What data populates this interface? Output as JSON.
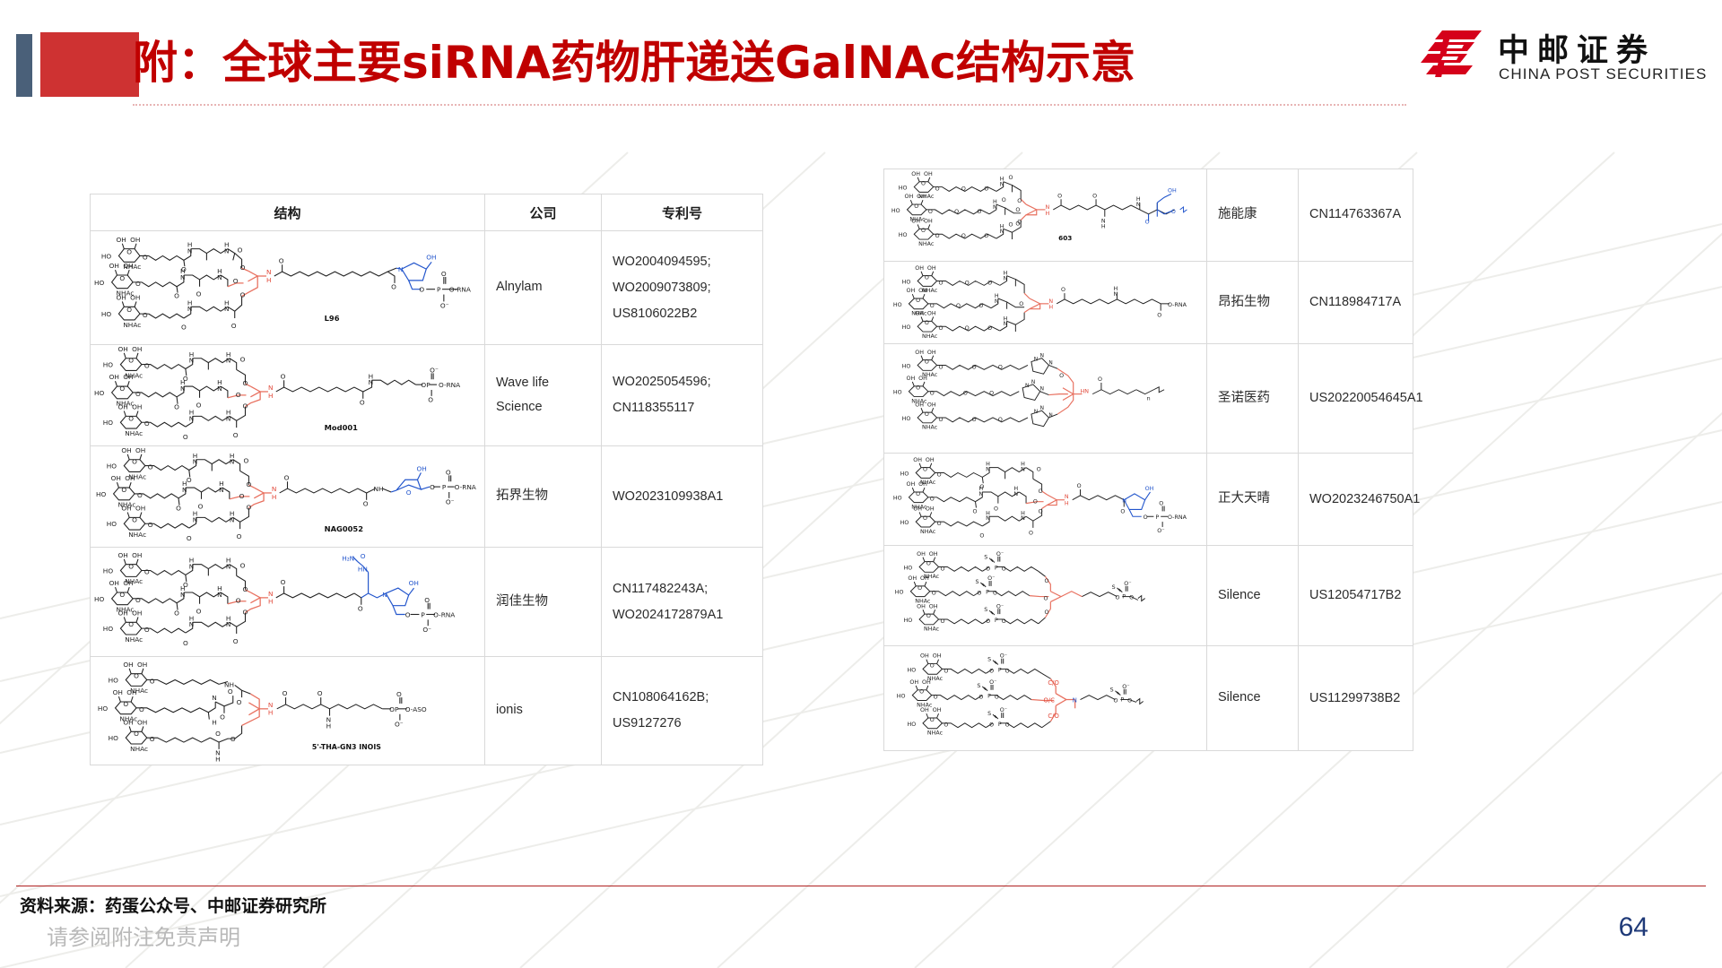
{
  "header": {
    "title": "附：全球主要siRNA药物肝递送GalNAc结构示意",
    "brand_cn": "中邮证券",
    "brand_en": "CHINA POST SECURITIES",
    "accent_red": "#c00000",
    "accent_blue": "#4a6079",
    "accent_block": "#ce3232"
  },
  "tables": {
    "columns": [
      "结构",
      "公司",
      "专利号"
    ],
    "left_rows": [
      {
        "label": "L96",
        "company": "Alnylam",
        "patents": [
          "WO2004094595;",
          "WO2009073809;",
          "US8106022B2"
        ]
      },
      {
        "label": "Mod001",
        "company": "Wave life Science",
        "patents": [
          "WO2025054596;",
          "CN118355117"
        ]
      },
      {
        "label": "NAG0052",
        "company": "拓界生物",
        "patents": [
          "WO2023109938A1"
        ]
      },
      {
        "label": "",
        "company": "润佳生物",
        "patents": [
          "CN117482243A;",
          "WO2024172879A1"
        ]
      },
      {
        "label": "5'-THA-GN3 INOIS",
        "company": "ionis",
        "patents": [
          "CN108064162B;",
          "US9127276"
        ]
      }
    ],
    "right_rows": [
      {
        "label": "603",
        "company": "施能康",
        "patents": [
          "CN114763367A"
        ]
      },
      {
        "label": "",
        "company": "昂拓生物",
        "patents": [
          "CN118984717A"
        ]
      },
      {
        "label": "",
        "company": "圣诺医药",
        "patents": [
          "US20220054645A1"
        ]
      },
      {
        "label": "",
        "company": "正大天晴",
        "patents": [
          "WO2023246750A1"
        ]
      },
      {
        "label": "",
        "company": "Silence",
        "patents": [
          "US12054717B2"
        ]
      },
      {
        "label": "",
        "company": "Silence",
        "patents": [
          "US11299738B2"
        ]
      }
    ]
  },
  "chemistry": {
    "sugar_labels": [
      "OH",
      "OH",
      "HO",
      "O",
      "NHAc"
    ],
    "terminus_rna": "O-RNA",
    "terminus_aso": "O-ASO",
    "atom_n": "N",
    "atom_h": "H",
    "atom_o": "O",
    "atom_p": "P",
    "atom_s": "S",
    "atom_oh": "OH",
    "atom_nh": "NH",
    "atom_ominus": "O⁻",
    "atom_co": "C/O",
    "atom_oc": "O/C",
    "atom_n3": "N",
    "atom_nh2": "H₂N",
    "colors": {
      "black": "#222222",
      "red": "#e8705f",
      "blue": "#2255cc",
      "red_strong": "#e2493a"
    }
  },
  "footer": {
    "source": "资料来源：药蛋公众号、中邮证券研究所",
    "disclaimer": "请参阅附注免责声明",
    "page_number": "64",
    "rule_color": "#b02020",
    "page_number_color": "#1f3a78"
  }
}
